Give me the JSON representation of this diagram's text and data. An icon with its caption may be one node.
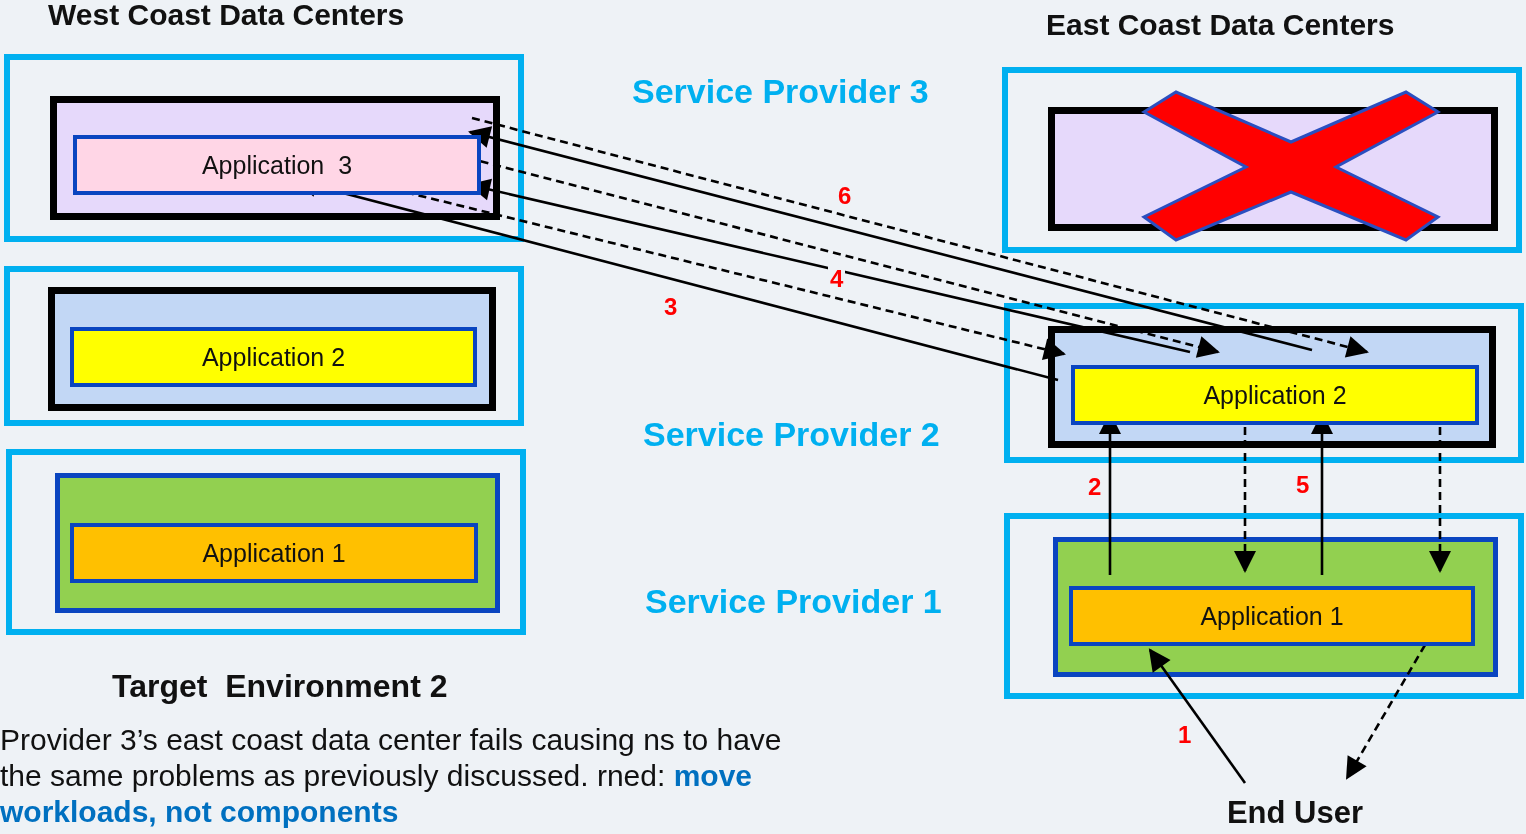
{
  "diagram": {
    "nodes": [
      {
        "text": [],
        "shape": "box"
      },
      {
        "text": [],
        "shape": "box",
        "in": 0
      },
      {
        "text": [
          "Application  3"
        ],
        "in": 1
      },
      {
        "text": [],
        "shape": "box"
      },
      {
        "text": [],
        "shape": "box",
        "in": 3
      },
      {
        "text": [
          "Application 2"
        ],
        "in": 4
      },
      {
        "text": [],
        "shape": "box"
      },
      {
        "text": [],
        "shape": "box",
        "in": 6
      },
      {
        "text": [
          "Application 1"
        ],
        "in": 7
      },
      {
        "text": [],
        "shape": "box"
      },
      {
        "text": [],
        "shape": "box",
        "in": 9
      },
      {
        "text": [],
        "shape": "box"
      },
      {
        "text": [],
        "shape": "box",
        "in": 11
      },
      {
        "text": [
          "Application 2"
        ],
        "in": 12
      },
      {
        "text": [],
        "shape": "box"
      },
      {
        "text": [],
        "shape": "box",
        "in": 14
      },
      {
        "text": [
          "Application 1"
        ],
        "in": 15
      },
      {
        "text": [
          "End User"
        ]
      }
    ],
    "edges": [
      {
        "from": 17,
        "to": 16,
        "arrow": "to",
        "label": "1"
      },
      {
        "from": 16,
        "to": 17,
        "arrow": "to",
        "style": "dashed"
      },
      {
        "from": 16,
        "to": 13,
        "arrow": "to",
        "label": "2"
      },
      {
        "from": 13,
        "to": 16,
        "arrow": "to",
        "style": "dashed"
      },
      {
        "from": 16,
        "to": 13,
        "arrow": "to",
        "label": "5"
      },
      {
        "from": 13,
        "to": 16,
        "arrow": "to",
        "style": "dashed"
      },
      {
        "from": 13,
        "to": 2,
        "arrow": "to",
        "label": "3"
      },
      {
        "from": 2,
        "to": 13,
        "arrow": "to",
        "style": "dashed"
      },
      {
        "from": 13,
        "to": 2,
        "arrow": "to",
        "label": "4"
      },
      {
        "from": 2,
        "to": 13,
        "arrow": "to",
        "style": "dashed"
      },
      {
        "from": 13,
        "to": 2,
        "arrow": "to",
        "label": "6"
      },
      {
        "from": 2,
        "to": 13,
        "arrow": "to",
        "style": "dashed"
      }
    ],
    "labels": [
      "West Coast Data Centers",
      "East Coast Data Centers",
      "Service Provider 3",
      "Service Provider 2",
      "Service Provider 1",
      "Target  Environment 2",
      "Provider 3’s east coast data center fails causing ns to have the same problems as previously discussed. rned:  **move workloads, not components**"
    ]
  }
}
